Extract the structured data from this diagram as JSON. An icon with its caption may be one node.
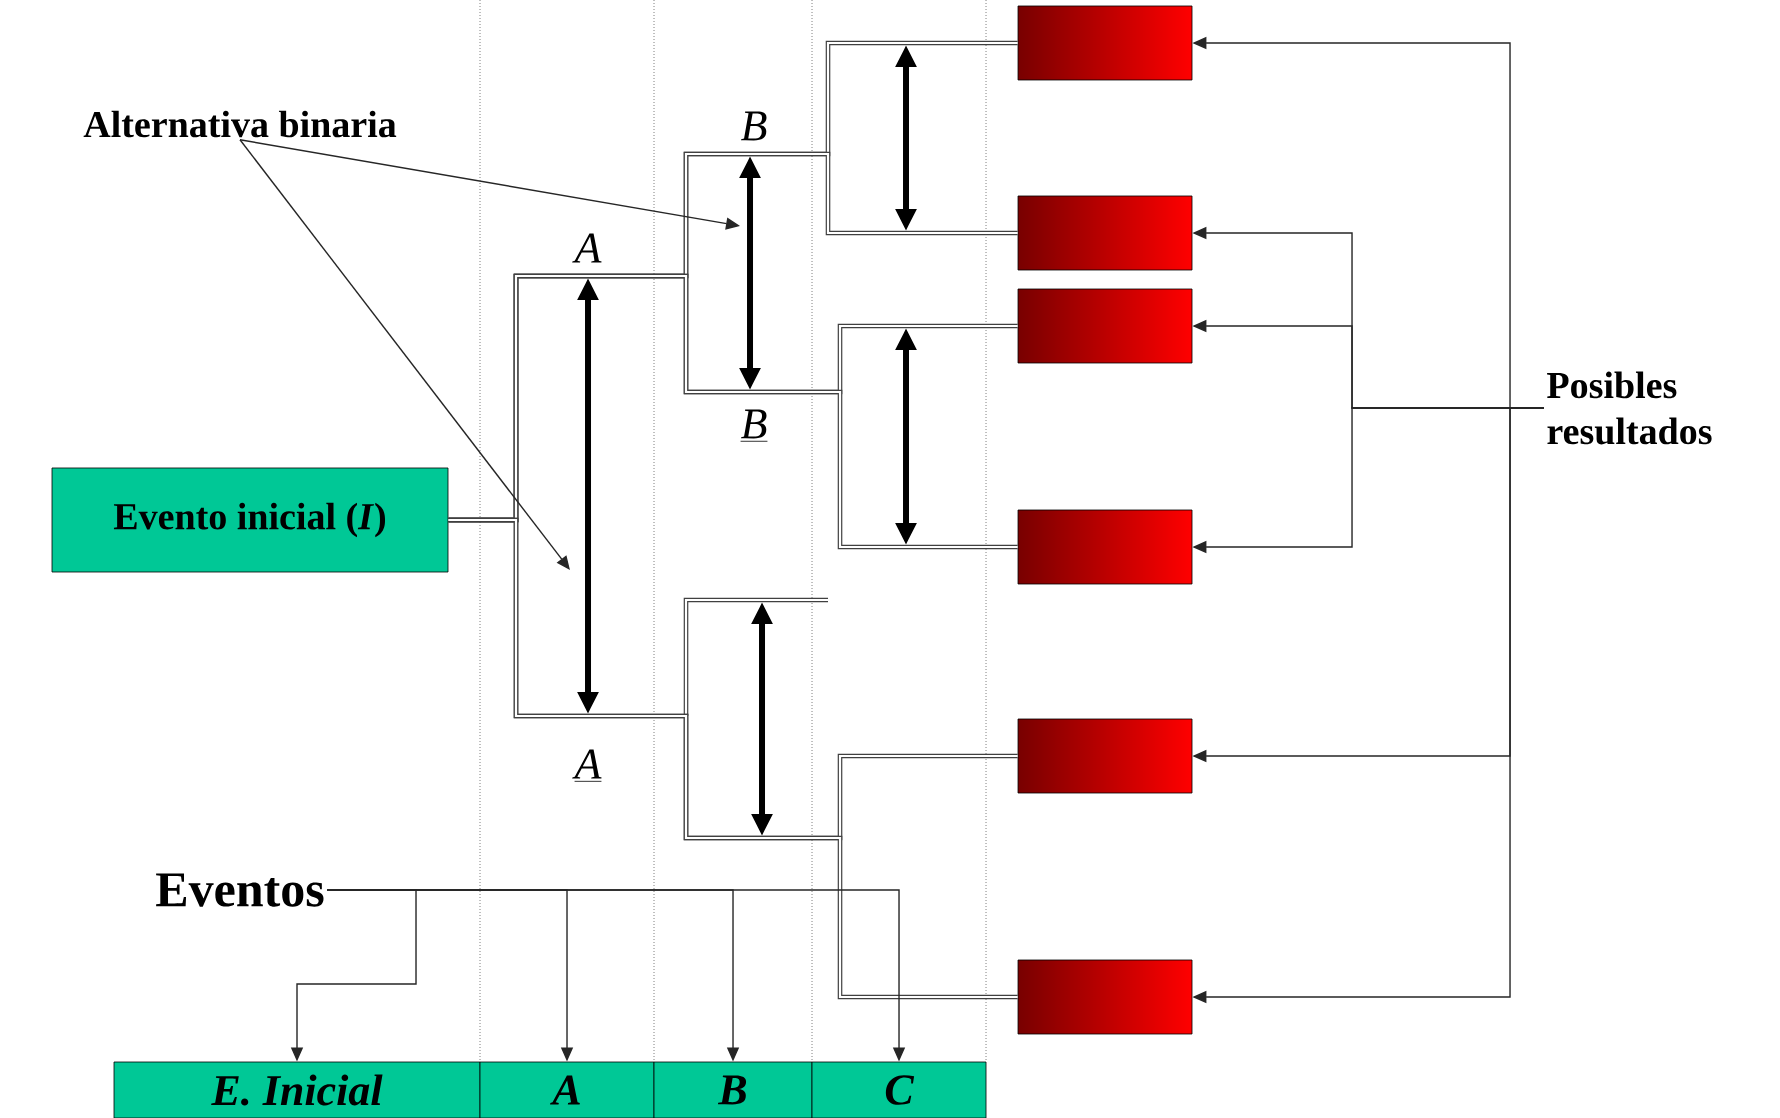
{
  "diagram": {
    "nodes": [
      {
        "text": [
          "Evento inicial (*I*)"
        ]
      },
      {
        "text": [],
        "shape": "box"
      },
      {
        "text": [],
        "shape": "box"
      },
      {
        "text": [],
        "shape": "box"
      },
      {
        "text": [],
        "shape": "box"
      },
      {
        "text": [],
        "shape": "box"
      },
      {
        "text": [],
        "shape": "box"
      },
      {
        "text": [
          "Alternativa binaria"
        ]
      },
      {
        "text": [
          "Posibles resultados"
        ]
      },
      {
        "text": [
          "Eventos"
        ]
      },
      {
        "text": [
          "E. Inicial"
        ]
      },
      {
        "text": [
          "A"
        ]
      },
      {
        "text": [
          "B"
        ]
      },
      {
        "text": [
          "C"
        ]
      }
    ],
    "edges": [
      {
        "from": 0,
        "to": 1,
        "arrow": "none",
        "style": "thick"
      },
      {
        "from": 0,
        "to": 2,
        "arrow": "none",
        "style": "thick"
      },
      {
        "from": 0,
        "to": 3,
        "arrow": "none",
        "style": "thick"
      },
      {
        "from": 0,
        "to": 4,
        "arrow": "none",
        "style": "thick"
      },
      {
        "from": 0,
        "to": 5,
        "arrow": "none",
        "style": "thick"
      },
      {
        "from": 0,
        "to": 6,
        "arrow": "none",
        "style": "thick"
      },
      {
        "from": 7,
        "to": null,
        "arrow": "to"
      },
      {
        "from": 7,
        "to": null,
        "arrow": "to"
      },
      {
        "from": 8,
        "to": 1,
        "arrow": "to"
      },
      {
        "from": 8,
        "to": 2,
        "arrow": "to"
      },
      {
        "from": 8,
        "to": 3,
        "arrow": "to"
      },
      {
        "from": 8,
        "to": 4,
        "arrow": "to"
      },
      {
        "from": 8,
        "to": 5,
        "arrow": "to"
      },
      {
        "from": 8,
        "to": 6,
        "arrow": "to"
      },
      {
        "from": 9,
        "to": 10,
        "arrow": "to"
      },
      {
        "from": 9,
        "to": 11,
        "arrow": "to"
      },
      {
        "from": 9,
        "to": 12,
        "arrow": "to"
      },
      {
        "from": 9,
        "to": 13,
        "arrow": "to"
      }
    ],
    "labels": [
      "B",
      "A",
      "B",
      "A"
    ]
  }
}
